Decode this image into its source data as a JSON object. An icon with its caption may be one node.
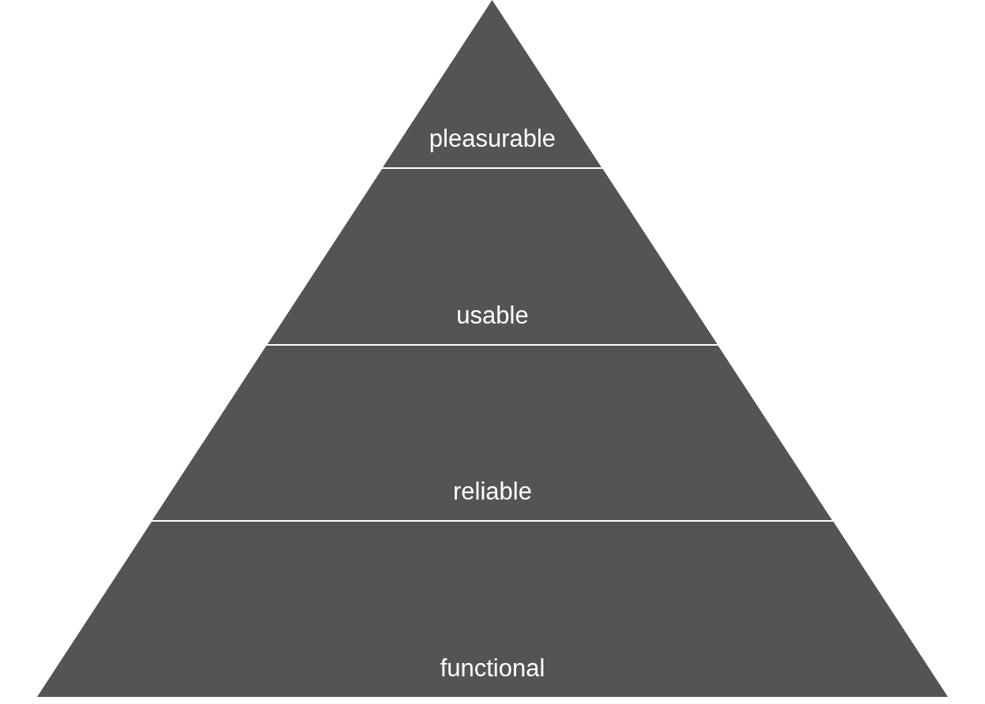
{
  "diagram": {
    "nodes": [
      {
        "text": [
          "pleasurable"
        ]
      },
      {
        "text": [
          "usable"
        ]
      },
      {
        "text": [
          "reliable"
        ]
      },
      {
        "text": [
          "functional"
        ]
      }
    ]
  }
}
